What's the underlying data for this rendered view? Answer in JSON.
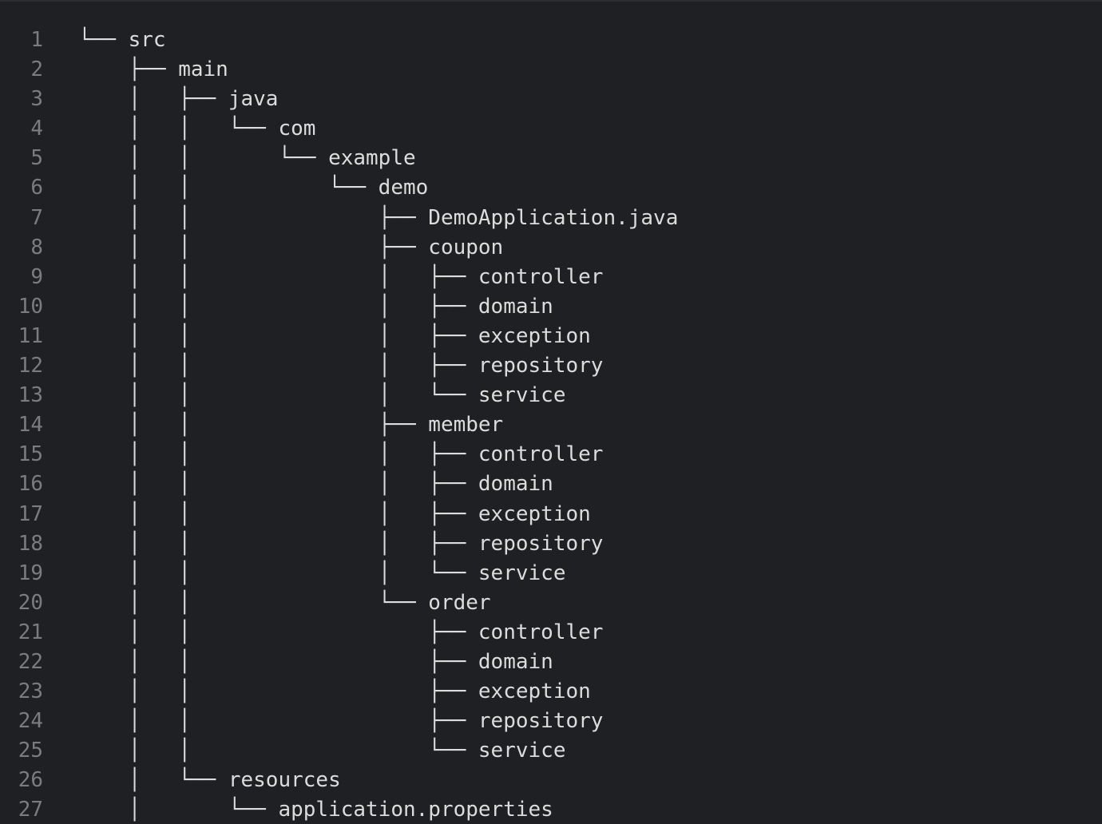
{
  "editor": {
    "lines": [
      {
        "number": "1",
        "text": "└── src"
      },
      {
        "number": "2",
        "text": "    ├── main"
      },
      {
        "number": "3",
        "text": "    │   ├── java"
      },
      {
        "number": "4",
        "text": "    │   │   └── com"
      },
      {
        "number": "5",
        "text": "    │   │       └── example"
      },
      {
        "number": "6",
        "text": "    │   │           └── demo"
      },
      {
        "number": "7",
        "text": "    │   │               ├── DemoApplication.java"
      },
      {
        "number": "8",
        "text": "    │   │               ├── coupon"
      },
      {
        "number": "9",
        "text": "    │   │               │   ├── controller"
      },
      {
        "number": "10",
        "text": "    │   │               │   ├── domain"
      },
      {
        "number": "11",
        "text": "    │   │               │   ├── exception"
      },
      {
        "number": "12",
        "text": "    │   │               │   ├── repository"
      },
      {
        "number": "13",
        "text": "    │   │               │   └── service"
      },
      {
        "number": "14",
        "text": "    │   │               ├── member"
      },
      {
        "number": "15",
        "text": "    │   │               │   ├── controller"
      },
      {
        "number": "16",
        "text": "    │   │               │   ├── domain"
      },
      {
        "number": "17",
        "text": "    │   │               │   ├── exception"
      },
      {
        "number": "18",
        "text": "    │   │               │   ├── repository"
      },
      {
        "number": "19",
        "text": "    │   │               │   └── service"
      },
      {
        "number": "20",
        "text": "    │   │               └── order"
      },
      {
        "number": "21",
        "text": "    │   │                   ├── controller"
      },
      {
        "number": "22",
        "text": "    │   │                   ├── domain"
      },
      {
        "number": "23",
        "text": "    │   │                   ├── exception"
      },
      {
        "number": "24",
        "text": "    │   │                   ├── repository"
      },
      {
        "number": "25",
        "text": "    │   │                   └── service"
      },
      {
        "number": "26",
        "text": "    │   └── resources"
      },
      {
        "number": "27",
        "text": "    │       └── application.properties"
      }
    ]
  }
}
